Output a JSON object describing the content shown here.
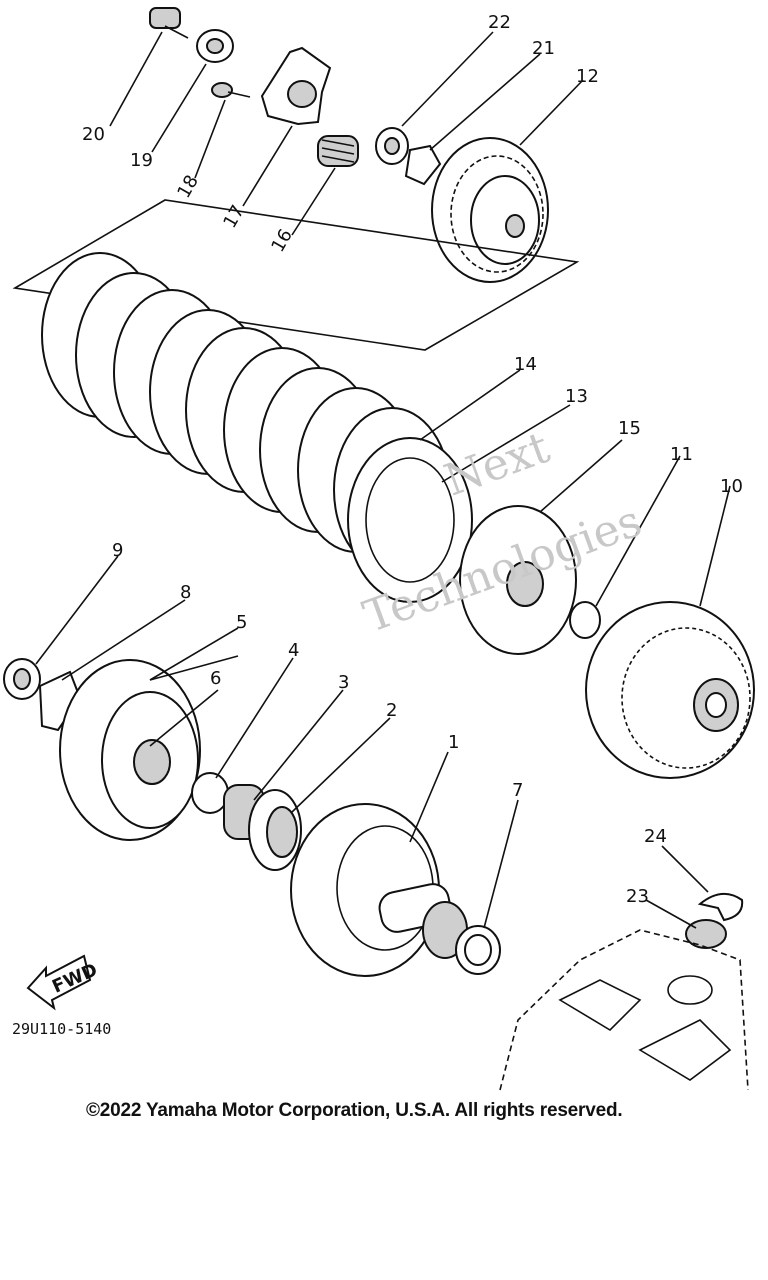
{
  "diagram": {
    "callouts": [
      "1",
      "2",
      "3",
      "4",
      "5",
      "6",
      "7",
      "8",
      "9",
      "10",
      "11",
      "12",
      "13",
      "14",
      "15",
      "16",
      "17",
      "18",
      "19",
      "20",
      "21",
      "22",
      "23",
      "24"
    ],
    "drawing_code": "29U110-5140",
    "fwd_label": "FWD",
    "watermark": [
      "Next",
      "Technologies"
    ],
    "copyright": "©2022 Yamaha Motor Corporation, U.S.A. All rights reserved."
  }
}
